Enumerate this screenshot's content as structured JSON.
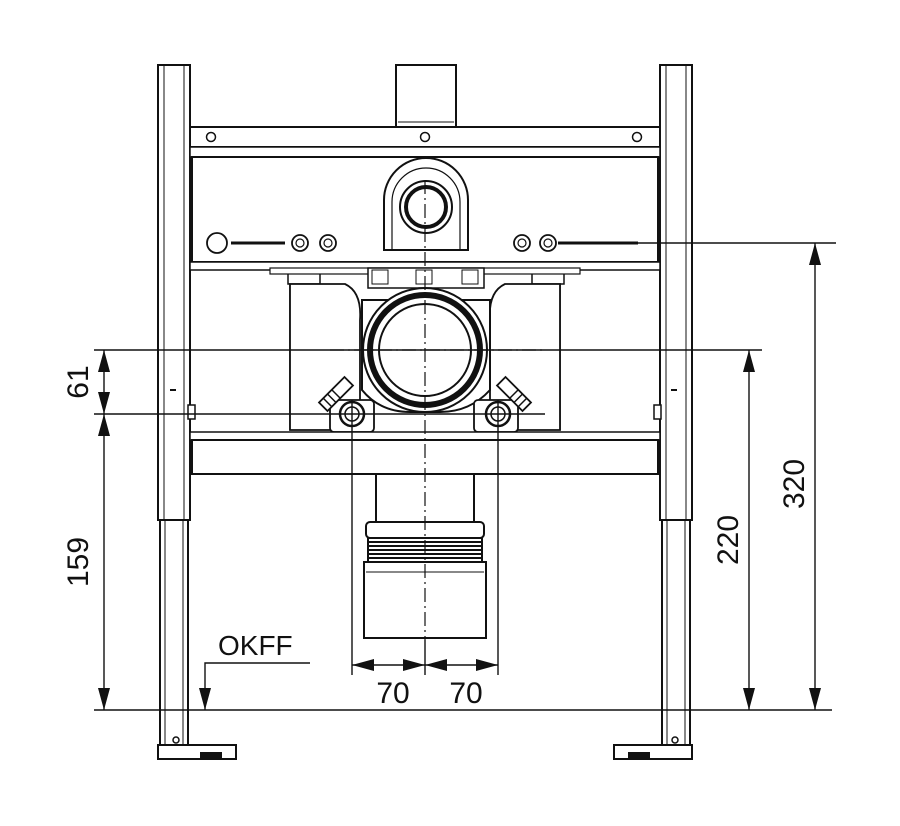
{
  "dimensions": {
    "dim_61": "61",
    "dim_159": "159",
    "dim_220": "220",
    "dim_320": "320",
    "dim_70_left": "70",
    "dim_70_right": "70"
  },
  "floor_reference": "OKFF",
  "colors": {
    "line": "#111111",
    "background": "#ffffff"
  }
}
